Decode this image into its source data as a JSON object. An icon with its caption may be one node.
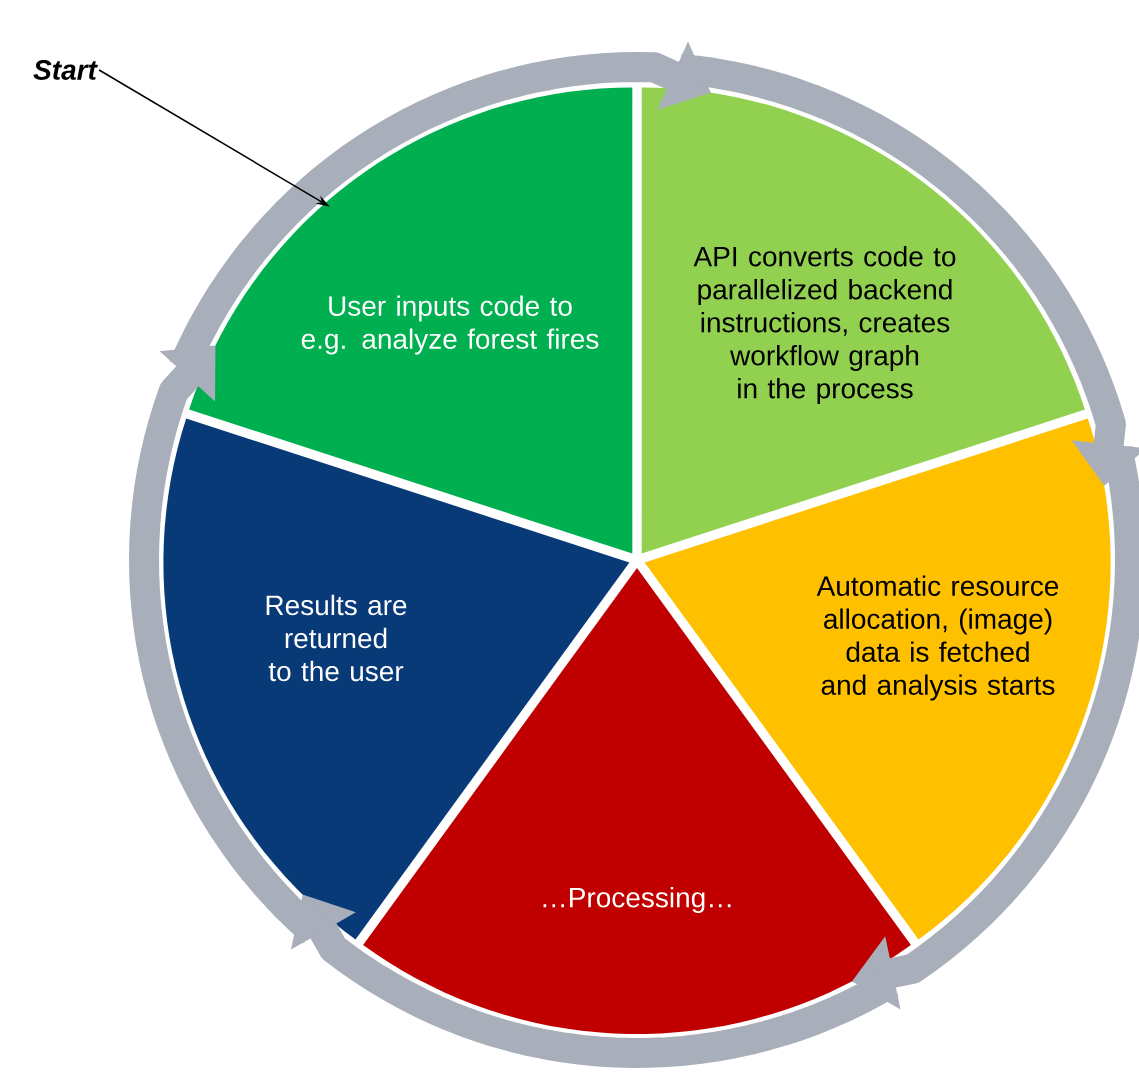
{
  "diagram": {
    "nodes": [
      {
        "text": [
          "Start"
        ]
      },
      {
        "text": [
          "User inputs code to e.g. analyze forest fires"
        ]
      },
      {
        "text": [
          "API converts code to parallelized backend instructions, creates workflow graph in the process"
        ]
      },
      {
        "text": [
          "Automatic resource allocation, (image) data is fetched and analysis starts"
        ]
      },
      {
        "text": [
          "…Processing…"
        ]
      },
      {
        "text": [
          "Results are returned to the user"
        ]
      }
    ],
    "edges": [
      {
        "from": 0,
        "to": 1,
        "arrow": "to",
        "color": "#000000"
      },
      {
        "from": 1,
        "to": 2,
        "arrow": "to"
      },
      {
        "from": 2,
        "to": 3,
        "arrow": "to"
      },
      {
        "from": 3,
        "to": 4,
        "arrow": "to"
      },
      {
        "from": 4,
        "to": 5,
        "arrow": "to"
      },
      {
        "from": 5,
        "to": 1,
        "arrow": "to"
      }
    ]
  }
}
